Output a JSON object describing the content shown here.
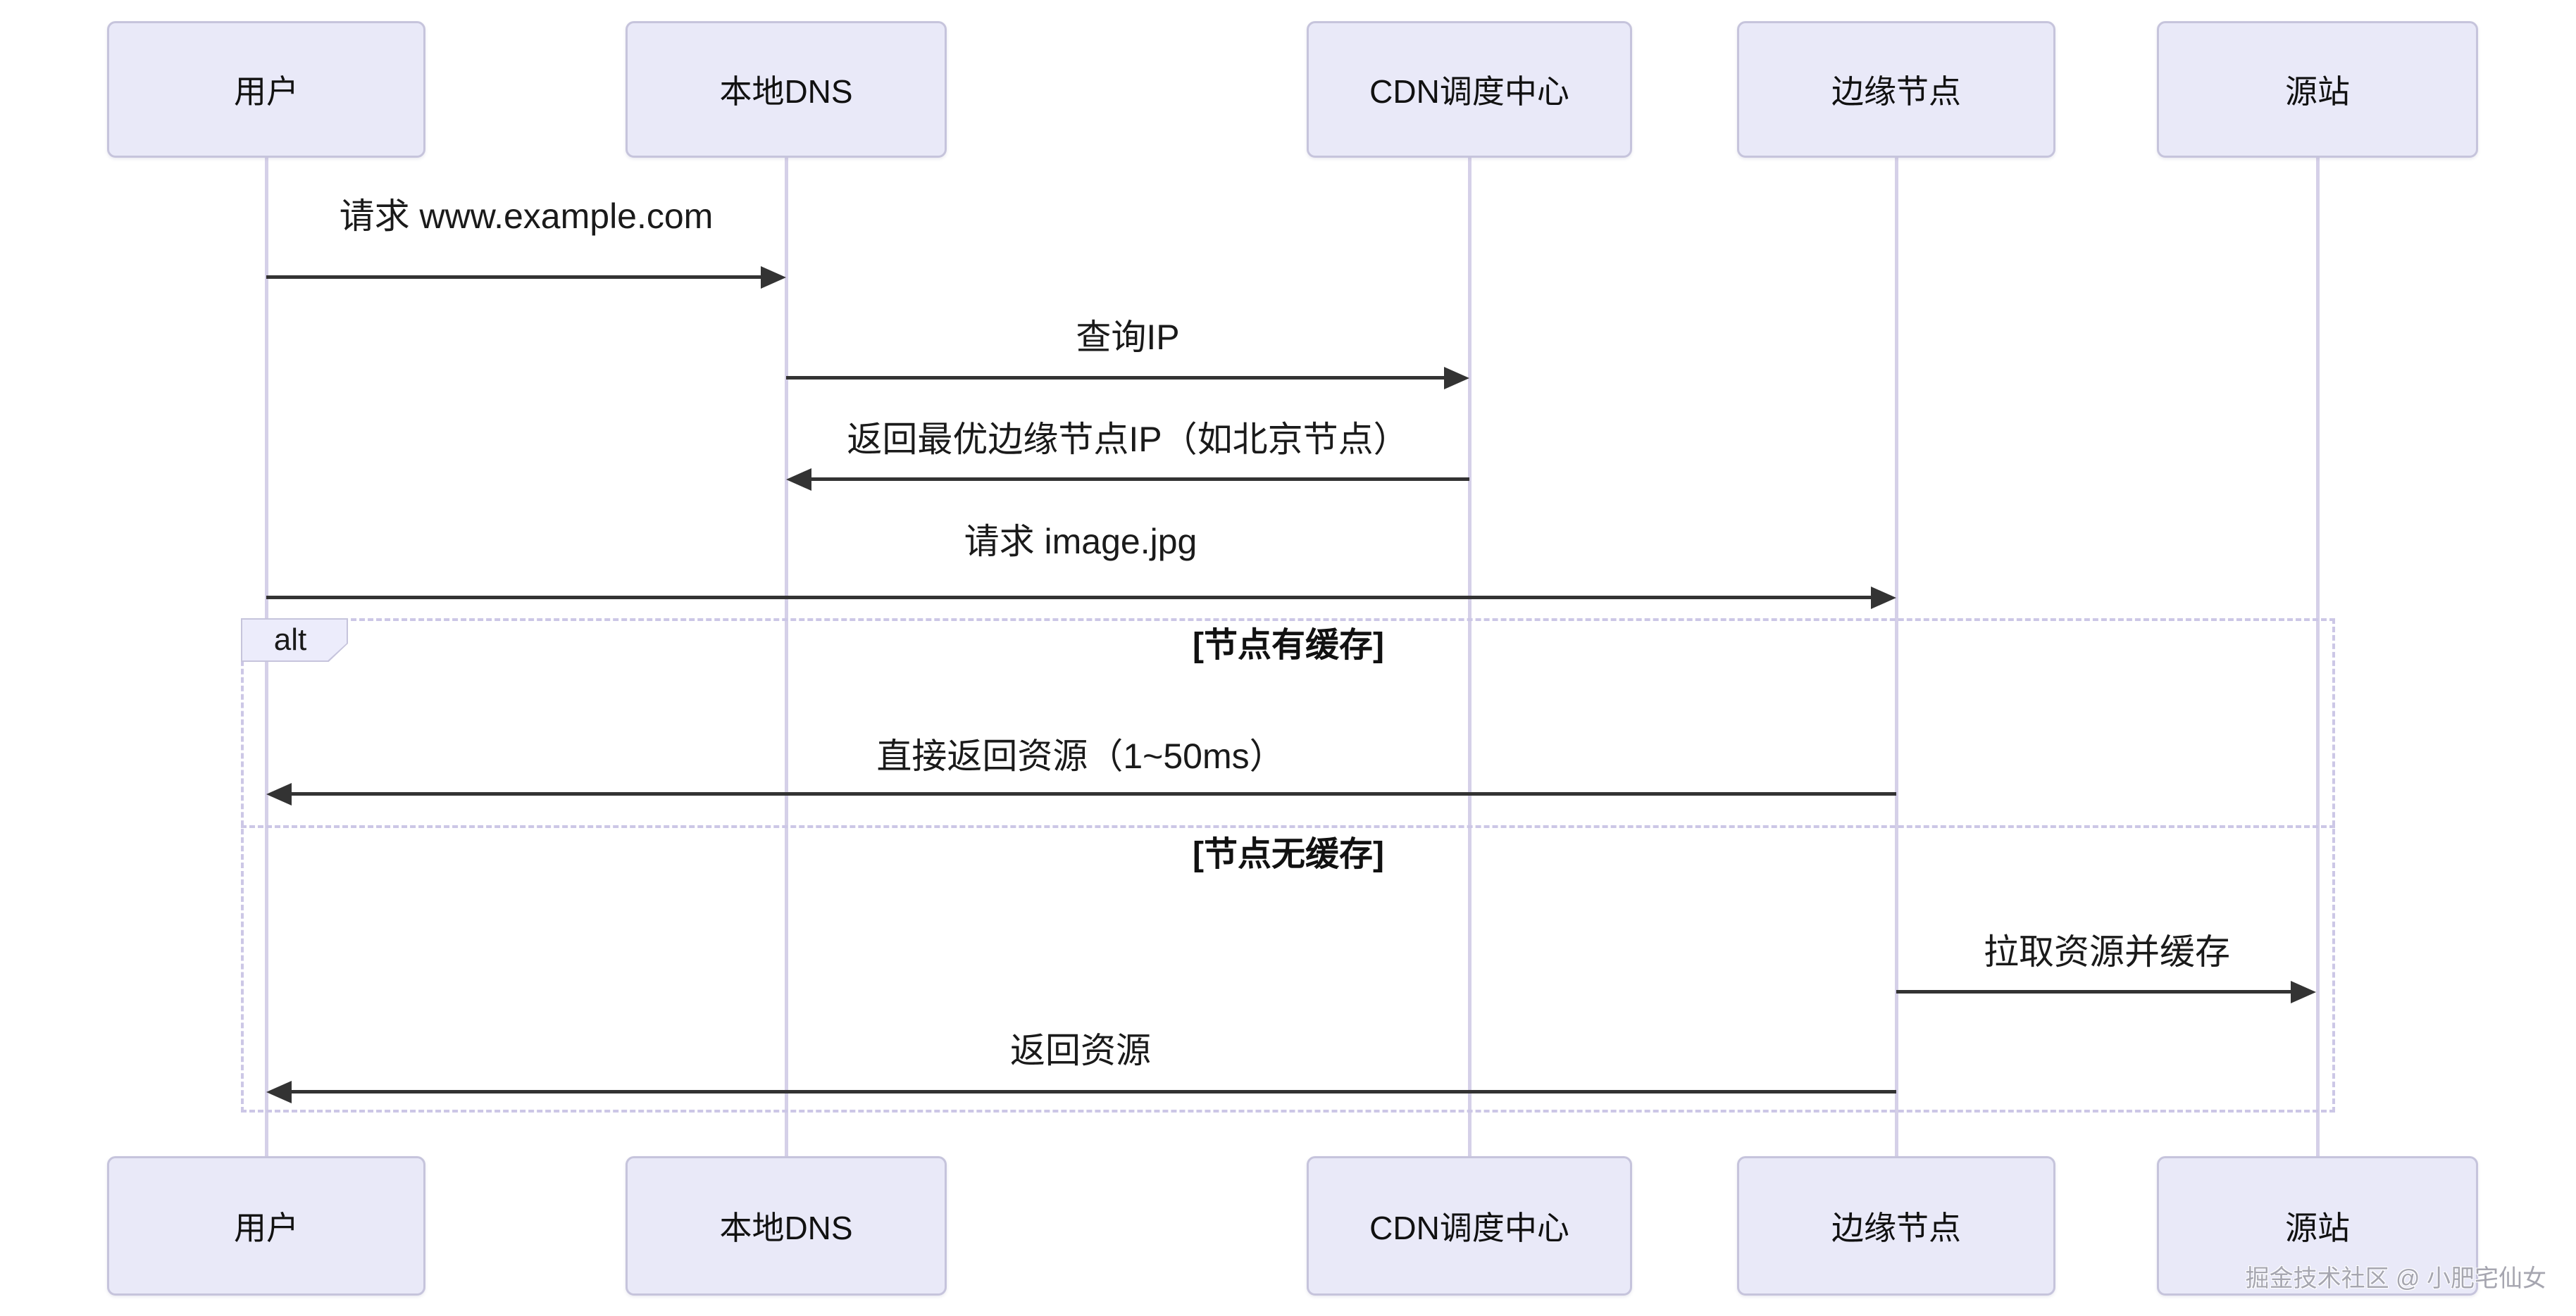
{
  "colors": {
    "bg": "#ffffff",
    "actor-fill": "#e9e9f8",
    "actor-border": "#c6c4dc",
    "lifeline": "#d5d0e8",
    "arrow": "#333333",
    "alt-border": "#ccc7e6",
    "alt-label-fill": "#ececfb",
    "text": "#1a1a1a",
    "watermark": "#a6a6b0"
  },
  "actors": [
    {
      "label": "用户"
    },
    {
      "label": "本地DNS"
    },
    {
      "label": "CDN调度中心"
    },
    {
      "label": "边缘节点"
    },
    {
      "label": "源站"
    }
  ],
  "messages": [
    {
      "label": "请求 www.example.com",
      "from": "用户",
      "to": "本地DNS",
      "direction": "right"
    },
    {
      "label": "查询IP",
      "from": "本地DNS",
      "to": "CDN调度中心",
      "direction": "right"
    },
    {
      "label": "返回最优边缘节点IP（如北京节点）",
      "from": "CDN调度中心",
      "to": "本地DNS",
      "direction": "left"
    },
    {
      "label": "请求 image.jpg",
      "from": "用户",
      "to": "边缘节点",
      "direction": "right"
    },
    {
      "label": "直接返回资源（1~50ms）",
      "from": "边缘节点",
      "to": "用户",
      "direction": "left"
    },
    {
      "label": "拉取资源并缓存",
      "from": "边缘节点",
      "to": "源站",
      "direction": "right"
    },
    {
      "label": "返回资源",
      "from": "边缘节点",
      "to": "用户",
      "direction": "left"
    }
  ],
  "alt": {
    "operator": "alt",
    "conditions": [
      "[节点有缓存]",
      "[节点无缓存]"
    ]
  },
  "watermark": "掘金技术社区 @ 小肥宅仙女"
}
